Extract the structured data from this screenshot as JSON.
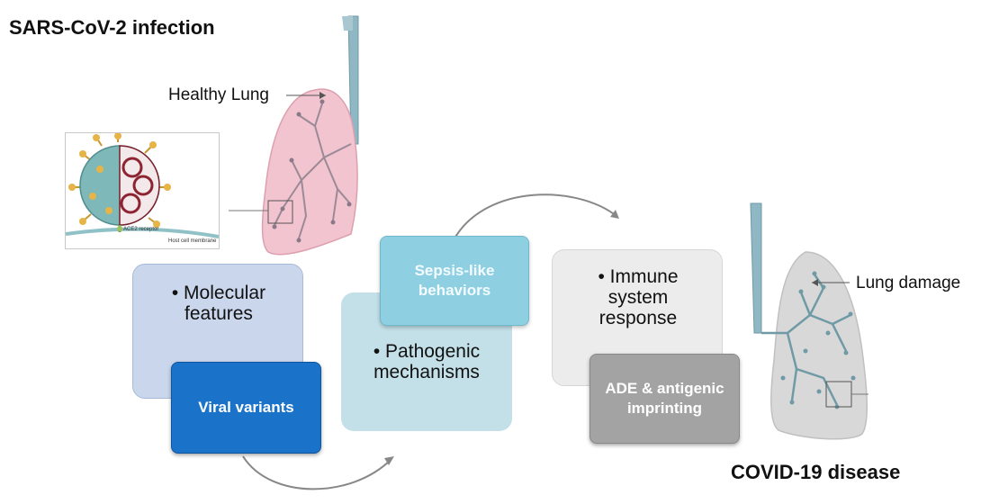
{
  "titles": {
    "infection": "SARS-CoV-2 infection",
    "disease": "COVID-19 disease"
  },
  "labels": {
    "healthy_lung": "Healthy Lung",
    "lung_damage": "Lung damage",
    "ace2": "ACE2 receptor",
    "host_membrane": "Host cell membrane"
  },
  "boxes": {
    "molecular": "• Molecular features",
    "viral": "Viral variants",
    "pathogenic": "• Pathogenic mechanisms",
    "sepsis": "Sepsis-like behaviors",
    "immune": "• Immune system response",
    "ade": "ADE & antigenic imprinting"
  },
  "colors": {
    "healthy_lung": "#f2c4cf",
    "damaged_lung": "#d8d8d8",
    "airway": "#6f9aa6",
    "viral_box": "#1a72c9",
    "sepsis_box": "#8ed0e2",
    "ade_box": "#a3a3a3"
  }
}
